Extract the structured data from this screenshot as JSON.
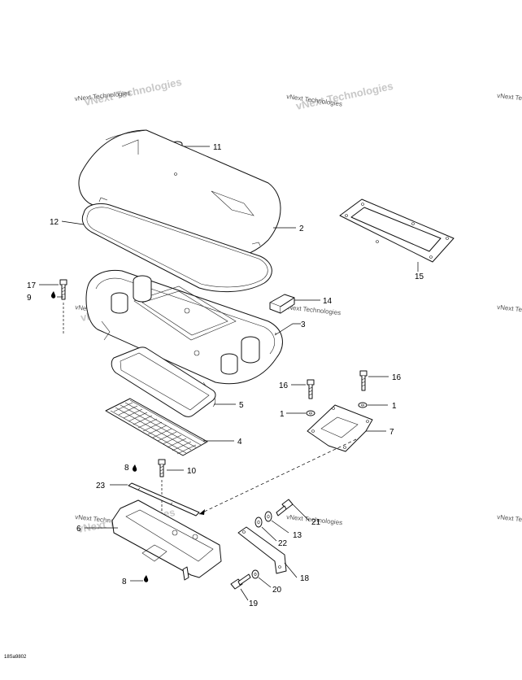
{
  "watermark_text": "vNext Technologies",
  "figure_code": "18Sa9802",
  "callouts": [
    {
      "id": "c11",
      "label": "11"
    },
    {
      "id": "c2",
      "label": "2"
    },
    {
      "id": "c12",
      "label": "12"
    },
    {
      "id": "c15",
      "label": "15"
    },
    {
      "id": "c17",
      "label": "17"
    },
    {
      "id": "c9",
      "label": "9"
    },
    {
      "id": "c14",
      "label": "14"
    },
    {
      "id": "c3",
      "label": "3"
    },
    {
      "id": "c16a",
      "label": "16"
    },
    {
      "id": "c16b",
      "label": "16"
    },
    {
      "id": "c1a",
      "label": "1"
    },
    {
      "id": "c1b",
      "label": "1"
    },
    {
      "id": "c5",
      "label": "5"
    },
    {
      "id": "c7",
      "label": "7"
    },
    {
      "id": "c4",
      "label": "4"
    },
    {
      "id": "c8a",
      "label": "8"
    },
    {
      "id": "c10",
      "label": "10"
    },
    {
      "id": "c23",
      "label": "23"
    },
    {
      "id": "c21",
      "label": "21"
    },
    {
      "id": "c6",
      "label": "6"
    },
    {
      "id": "c13",
      "label": "13"
    },
    {
      "id": "c22",
      "label": "22"
    },
    {
      "id": "c18",
      "label": "18"
    },
    {
      "id": "c8b",
      "label": "8"
    },
    {
      "id": "c20",
      "label": "20"
    },
    {
      "id": "c19",
      "label": "19"
    }
  ]
}
